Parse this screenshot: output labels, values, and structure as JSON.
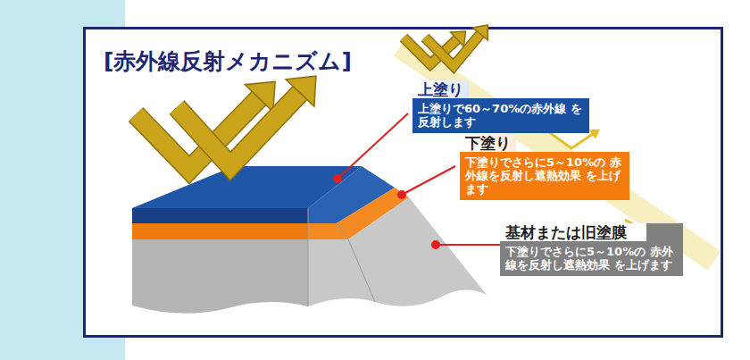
{
  "diagram": {
    "title": "[赤外線反射メカニズム]",
    "nodes": [
      {
        "text": [
          "上塗り",
          "上塗りで60～70%の赤外線 を反射します"
        ]
      },
      {
        "text": [
          "下塗り",
          "下塗りでさらに5～10%の 赤外線を反射し遮熱効果 を上げます"
        ]
      },
      {
        "text": [
          "基材または旧塗膜",
          "下塗りでさらに5～10%の 赤外線を反射し遮熱効果 を上げます"
        ]
      }
    ]
  }
}
